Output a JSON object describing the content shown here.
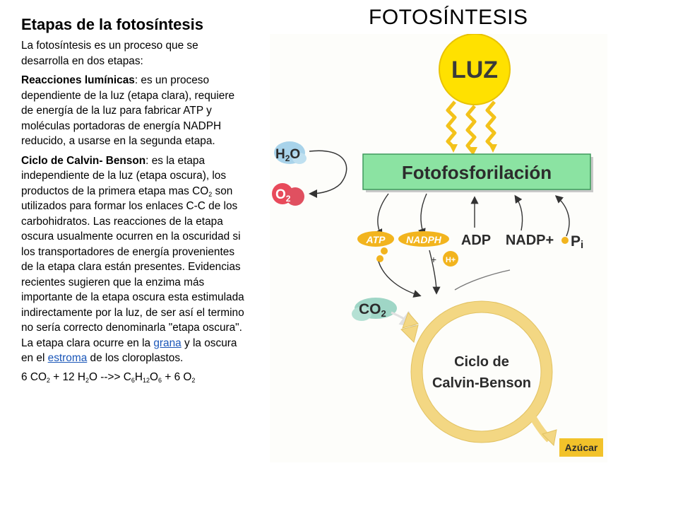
{
  "slide_title": "FOTOSÍNTESIS",
  "text": {
    "heading": "Etapas de  la fotosíntesis",
    "intro": "La fotosíntesis es un proceso que se desarrolla en dos etapas:",
    "luminicas_term": "Reacciones lumínicas",
    "luminicas_body": ": es un proceso dependiente de la luz (etapa clara), requiere de energía de la luz para fabricar ATP y moléculas portadoras de energía NADPH reducido, a usarse en la segunda etapa.",
    "calvin_term": "Ciclo de Calvin- Benson",
    "calvin_body_1": ": es la etapa independiente de la luz (etapa oscura), los productos de la primera etapa mas CO",
    "calvin_sub": "2",
    "calvin_body_2": " son utilizados para formar los enlaces C-C de los carbohidratos. Las reacciones de la etapa oscura usualmente ocurren en la oscuridad si los transportadores de energía provenientes de la etapa clara están presentes. Evidencias recientes sugieren que la enzima más importante de la etapa oscura esta estimulada indirectamente por la luz, de ser así el termino no sería correcto denominarla \"etapa oscura\". La etapa clara ocurre en la ",
    "link_grana": "grana",
    "calvin_body_3": " y la oscura en el ",
    "link_estroma": "estroma",
    "calvin_body_4": " de los cloroplastos.",
    "formula": {
      "p1": "6 CO",
      "s1": "2",
      "p2": " +  12 H",
      "s2": "2",
      "p3": "O  -->> C",
      "s3": "6",
      "p4": "H",
      "s4": "12",
      "p5": "O",
      "s5": "6",
      "p6": "  + 6 O",
      "s6": "2"
    }
  },
  "diagram": {
    "sun_label": "LUZ",
    "water": {
      "h": "H",
      "sub": "2",
      "o": "O"
    },
    "oxygen": {
      "o": "O",
      "sub": "2"
    },
    "photophos_label": "Fotofosforilación",
    "atp": "ATP",
    "nadph": "NADPH",
    "adp": "ADP",
    "nadp": "NADP+",
    "pi": {
      "p": "P",
      "i": "i"
    },
    "hplus": "H+",
    "co2": {
      "c": "CO",
      "sub": "2"
    },
    "calvin_line1": "Ciclo de",
    "calvin_line2": "Calvin-Benson",
    "sugar": "Azúcar",
    "colors": {
      "sun": "#ffe100",
      "photophos_box": "#8be3a2",
      "atp_nadph": "#f2b41e",
      "cycle_ring": "#f3d783",
      "co2_blob": "#9fd6c6",
      "water_blob": "#a8d3ea",
      "oxygen_blob": "#e84a5a",
      "sugar_box": "#f2c22a"
    }
  }
}
